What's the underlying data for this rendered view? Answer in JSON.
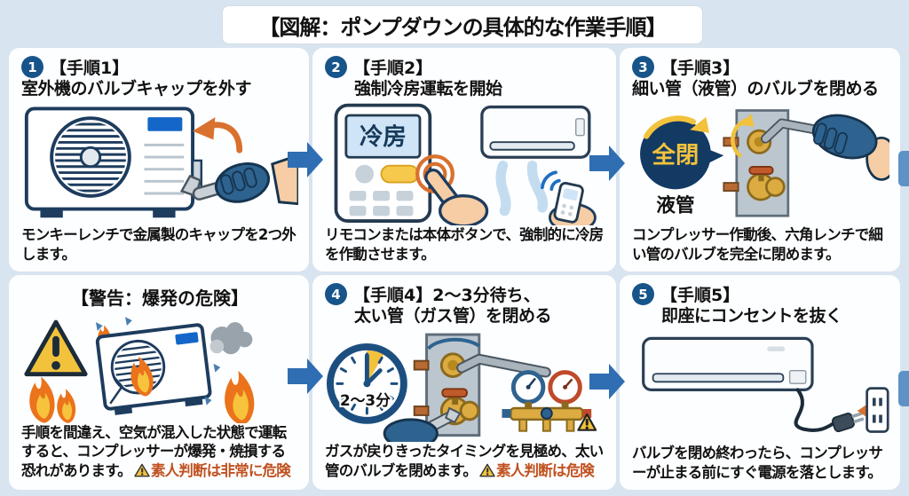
{
  "title": "【図解：ポンプダウンの具体的な作業手順】",
  "step1": {
    "num": "1",
    "head1": "【手順1】",
    "head2": "室外機のバルブキャップを外す",
    "desc": "モンキーレンチで金属製のキャップを2つ外します。"
  },
  "step2": {
    "num": "2",
    "head1": "【手順2】",
    "head2": "強制冷房運転を開始",
    "remote_display": "冷房",
    "desc": "リモコンまたは本体ボタンで、強制的に冷房を作動させます。"
  },
  "step3": {
    "num": "3",
    "head1": "【手順3】",
    "head2": "細い管（液管）のバルブを閉める",
    "valve_state_badge": "全閉",
    "pipe_label": "液管",
    "desc": "コンプレッサー作動後、六角レンチで細い管のバルブを完全に閉めます。"
  },
  "warning": {
    "head": "【警告：爆発の危険】",
    "desc": "手順を間違え、空気が混入した状態で運転すると、コンプレッサーが爆発・焼損する恐れがあります。",
    "caution": "素人判断は非常に危険"
  },
  "step4": {
    "num": "4",
    "head1": "【手順4】2〜3分待ち、",
    "head2": "太い管（ガス管）を閉める",
    "timer_label": "2〜3分",
    "desc": "ガスが戻りきったタイミングを見極め、太い管のバルブを閉めます。",
    "caution": "素人判断は危険"
  },
  "step5": {
    "num": "5",
    "head1": "【手順5】",
    "head2": "即座にコンセントを抜く",
    "desc": "バルブを閉め終わったら、コンプレッサーが止まる前にすぐ電源を落とします。"
  },
  "colors": {
    "background": "#d8e4ef",
    "panel": "#fdfeff",
    "flow_arrow_blue": "#2f6eb3",
    "number_badge_blue": "#17548a",
    "caution_orange": "#c0511f",
    "badge_navy": "#123a63",
    "badge_yellow": "#f2c23d",
    "accent_orange": "#d9712e"
  }
}
